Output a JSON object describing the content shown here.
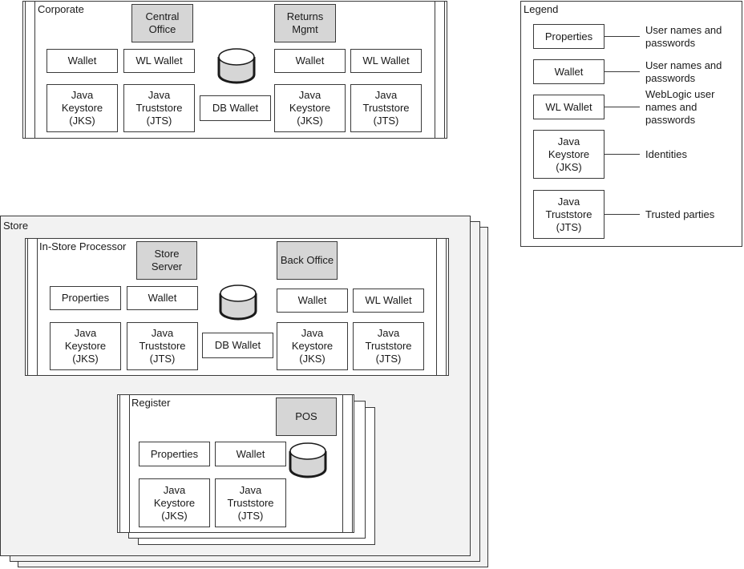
{
  "corporate": {
    "title": "Corporate",
    "central_office": "Central\nOffice",
    "returns_mgmt": "Returns\nMgmt",
    "left_wallet": "Wallet",
    "left_wl_wallet": "WL Wallet",
    "left_jks": "Java\nKeystore\n(JKS)",
    "left_jts": "Java\nTruststore\n(JTS)",
    "db_wallet": "DB Wallet",
    "right_wallet": "Wallet",
    "right_wl_wallet": "WL Wallet",
    "right_jks": "Java\nKeystore\n(JKS)",
    "right_jts": "Java\nTruststore\n(JTS)"
  },
  "store": {
    "title": "Store",
    "in_store": {
      "title": "In-Store Processor",
      "store_server": "Store\nServer",
      "back_office": "Back Office",
      "left_properties": "Properties",
      "left_wallet": "Wallet",
      "left_jks": "Java\nKeystore\n(JKS)",
      "left_jts": "Java\nTruststore\n(JTS)",
      "db_wallet": "DB Wallet",
      "right_wallet": "Wallet",
      "right_wl_wallet": "WL Wallet",
      "right_jks": "Java\nKeystore\n(JKS)",
      "right_jts": "Java\nTruststore\n(JTS)"
    },
    "register": {
      "title": "Register",
      "pos": "POS",
      "properties": "Properties",
      "wallet": "Wallet",
      "jks": "Java\nKeystore\n(JKS)",
      "jts": "Java\nTruststore\n(JTS)"
    }
  },
  "legend": {
    "title": "Legend",
    "items": [
      {
        "label": "Properties",
        "desc": "User names and\npasswords"
      },
      {
        "label": "Wallet",
        "desc": "User names and\npasswords"
      },
      {
        "label": "WL Wallet",
        "desc": "WebLogic user\nnames and\npasswords"
      },
      {
        "label": "Java\nKeystore\n(JKS)",
        "desc": "Identities"
      },
      {
        "label": "Java\nTruststore\n(JTS)",
        "desc": "Trusted parties"
      }
    ]
  },
  "colors": {
    "app_box_fill": "#d6d6d6",
    "store_fill": "#f2f2f2",
    "line": "#3a3a3a"
  }
}
